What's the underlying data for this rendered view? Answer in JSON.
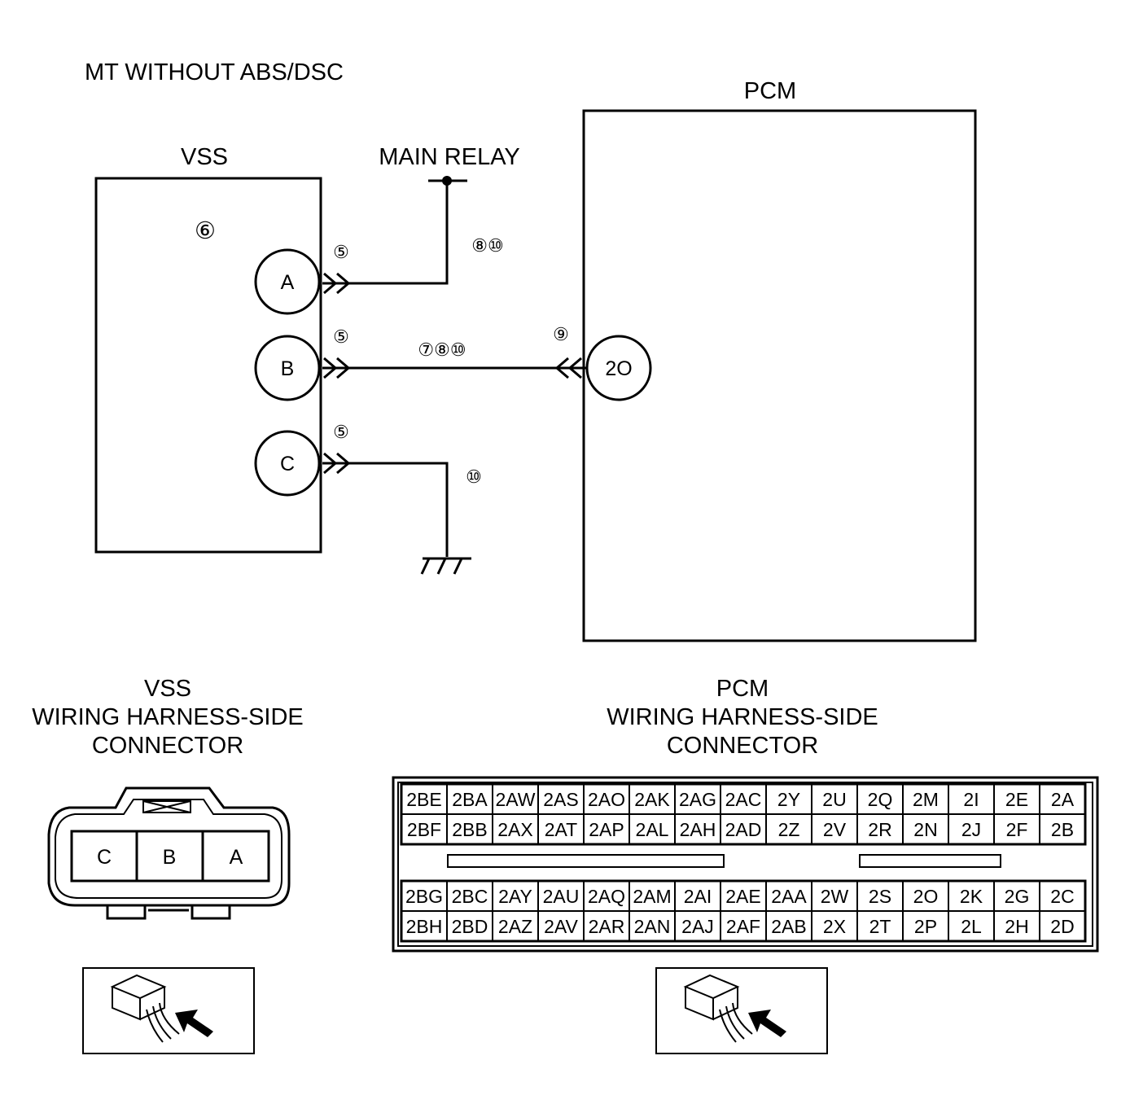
{
  "diagram": {
    "title": "MT WITHOUT ABS/DSC",
    "vss_label": "VSS",
    "pcm_label": "PCM",
    "main_relay_label": "MAIN RELAY",
    "vss_terminals": [
      "A",
      "B",
      "C"
    ],
    "pcm_terminal": "2O",
    "callouts": {
      "vss_body": "⑥",
      "a_conn": "⑤",
      "a_wire": "⑧⑩",
      "b_conn": "⑤",
      "b_wire": "⑦⑧⑩",
      "pcm_conn": "⑨",
      "c_conn": "⑤",
      "c_wire": "⑩"
    }
  },
  "vss_connector": {
    "caption_lines": [
      "VSS",
      "WIRING HARNESS-SIDE",
      "CONNECTOR"
    ],
    "cells": [
      "C",
      "B",
      "A"
    ]
  },
  "pcm_connector": {
    "caption_lines": [
      "PCM",
      "WIRING HARNESS-SIDE",
      "CONNECTOR"
    ],
    "rows": [
      [
        "2BE",
        "2BA",
        "2AW",
        "2AS",
        "2AO",
        "2AK",
        "2AG",
        "2AC",
        "2Y",
        "2U",
        "2Q",
        "2M",
        "2I",
        "2E",
        "2A"
      ],
      [
        "2BF",
        "2BB",
        "2AX",
        "2AT",
        "2AP",
        "2AL",
        "2AH",
        "2AD",
        "2Z",
        "2V",
        "2R",
        "2N",
        "2J",
        "2F",
        "2B"
      ],
      [
        "2BG",
        "2BC",
        "2AY",
        "2AU",
        "2AQ",
        "2AM",
        "2AI",
        "2AE",
        "2AA",
        "2W",
        "2S",
        "2O",
        "2K",
        "2G",
        "2C"
      ],
      [
        "2BH",
        "2BD",
        "2AZ",
        "2AV",
        "2AR",
        "2AN",
        "2AJ",
        "2AF",
        "2AB",
        "2X",
        "2T",
        "2P",
        "2L",
        "2H",
        "2D"
      ]
    ]
  }
}
